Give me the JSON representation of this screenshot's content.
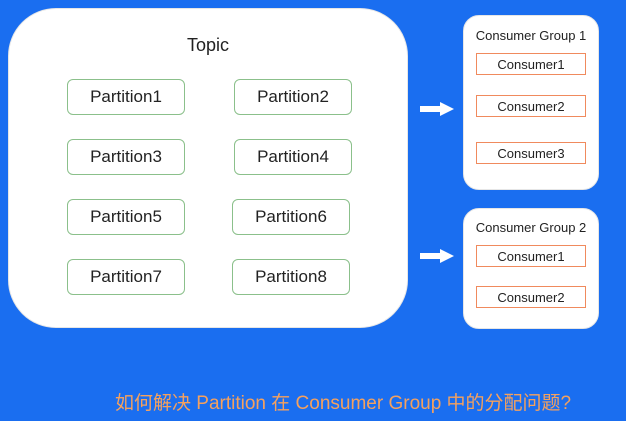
{
  "topic": {
    "title": "Topic",
    "partitions": [
      "Partition1",
      "Partition2",
      "Partition3",
      "Partition4",
      "Partition5",
      "Partition6",
      "Partition7",
      "Partition8"
    ]
  },
  "groups": [
    {
      "title": "Consumer Group 1",
      "consumers": [
        "Consumer1",
        "Consumer2",
        "Consumer3"
      ]
    },
    {
      "title": "Consumer Group 2",
      "consumers": [
        "Consumer1",
        "Consumer2"
      ]
    }
  ],
  "caption": "如何解决 Partition 在 Consumer Group 中的分配问题?",
  "colors": {
    "background": "#1a6ef0",
    "partition_border": "#8bc08b",
    "consumer_border": "#f08a5d",
    "caption": "#f5a15e"
  }
}
